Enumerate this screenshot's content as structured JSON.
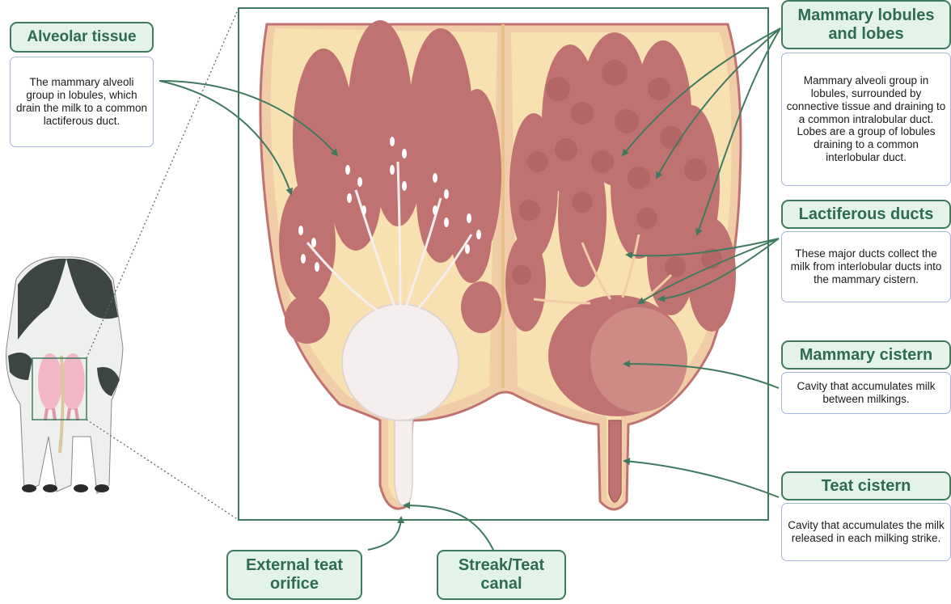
{
  "colors": {
    "label_fill": "#e3f3ea",
    "label_border": "#3f7a5f",
    "label_text": "#2f6b51",
    "desc_border": "#a7b5de",
    "tissue": "#c07272",
    "fat": "#f8e1b0",
    "milk": "#f4efee",
    "arrow": "#3f7a5f"
  },
  "labels": {
    "alveolar": {
      "title": "Alveolar tissue",
      "desc": "The mammary alveoli group in lobules, which drain the milk to a common lactiferous duct."
    },
    "lobules": {
      "title": "Mammary lobules and lobes",
      "desc": "Mammary alveoli group in lobules, surrounded by connective tissue and draining to a common intralobular duct. Lobes are a group of lobules draining to a common interlobular duct."
    },
    "lactiferous": {
      "title": "Lactiferous ducts",
      "desc": "These major ducts collect the milk from interlobular ducts into the mammary cistern."
    },
    "mammary_cistern": {
      "title": "Mammary cistern",
      "desc": "Cavity that accumulates milk between milkings."
    },
    "teat_cistern": {
      "title": "Teat cistern",
      "desc": "Cavity that accumulates the milk released in each milking strike."
    },
    "external_orifice": {
      "title": "External teat orifice"
    },
    "streak_canal": {
      "title": "Streak/Teat canal"
    }
  },
  "icons": [
    "cow-rear-view-icon"
  ]
}
